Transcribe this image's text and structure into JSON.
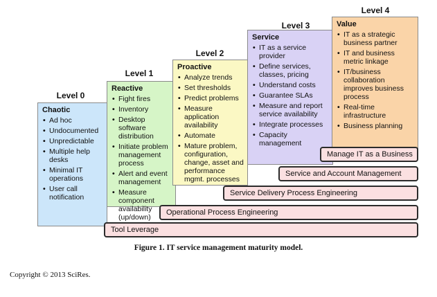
{
  "levels": [
    {
      "title": "Level 0",
      "heading": "Chaotic",
      "items": [
        "Ad hoc",
        "Undocumented",
        "Unpredictable",
        "Multiple help desks",
        "Minimal IT operations",
        "User call notification"
      ]
    },
    {
      "title": "Level 1",
      "heading": "Reactive",
      "items": [
        "Fight fires",
        "Inventory",
        "Desktop software distribution",
        "Initiate problem management process",
        "Alert and event management",
        "Measure component availability (up/down)"
      ]
    },
    {
      "title": "Level 2",
      "heading": "Proactive",
      "items": [
        "Analyze trends",
        "Set thresholds",
        "Predict problems",
        "Measure application availability",
        "Automate",
        "Mature problem, configuration, change, asset and performance mgmt. processes"
      ]
    },
    {
      "title": "Level 3",
      "heading": "Service",
      "items": [
        "IT as a service provider",
        "Define services, classes, pricing",
        "Understand costs",
        "Guarantee SLAs",
        "Measure and report service availability",
        "Integrate processes",
        "Capacity management"
      ]
    },
    {
      "title": "Level 4",
      "heading": "Value",
      "items": [
        "IT as a strategic business partner",
        "IT and business metric linkage",
        "IT/business collaboration improves business process",
        "Real-time infrastructure",
        "Business planning"
      ]
    }
  ],
  "bars": [
    "Manage IT as a Business",
    "Service and Account Management",
    "Service Delivery Process Engineering",
    "Operational Process Engineering",
    "Tool Leverage"
  ],
  "caption": "Figure 1. IT service management maturity model.",
  "copyright": "Copyright © 2013 SciRes."
}
